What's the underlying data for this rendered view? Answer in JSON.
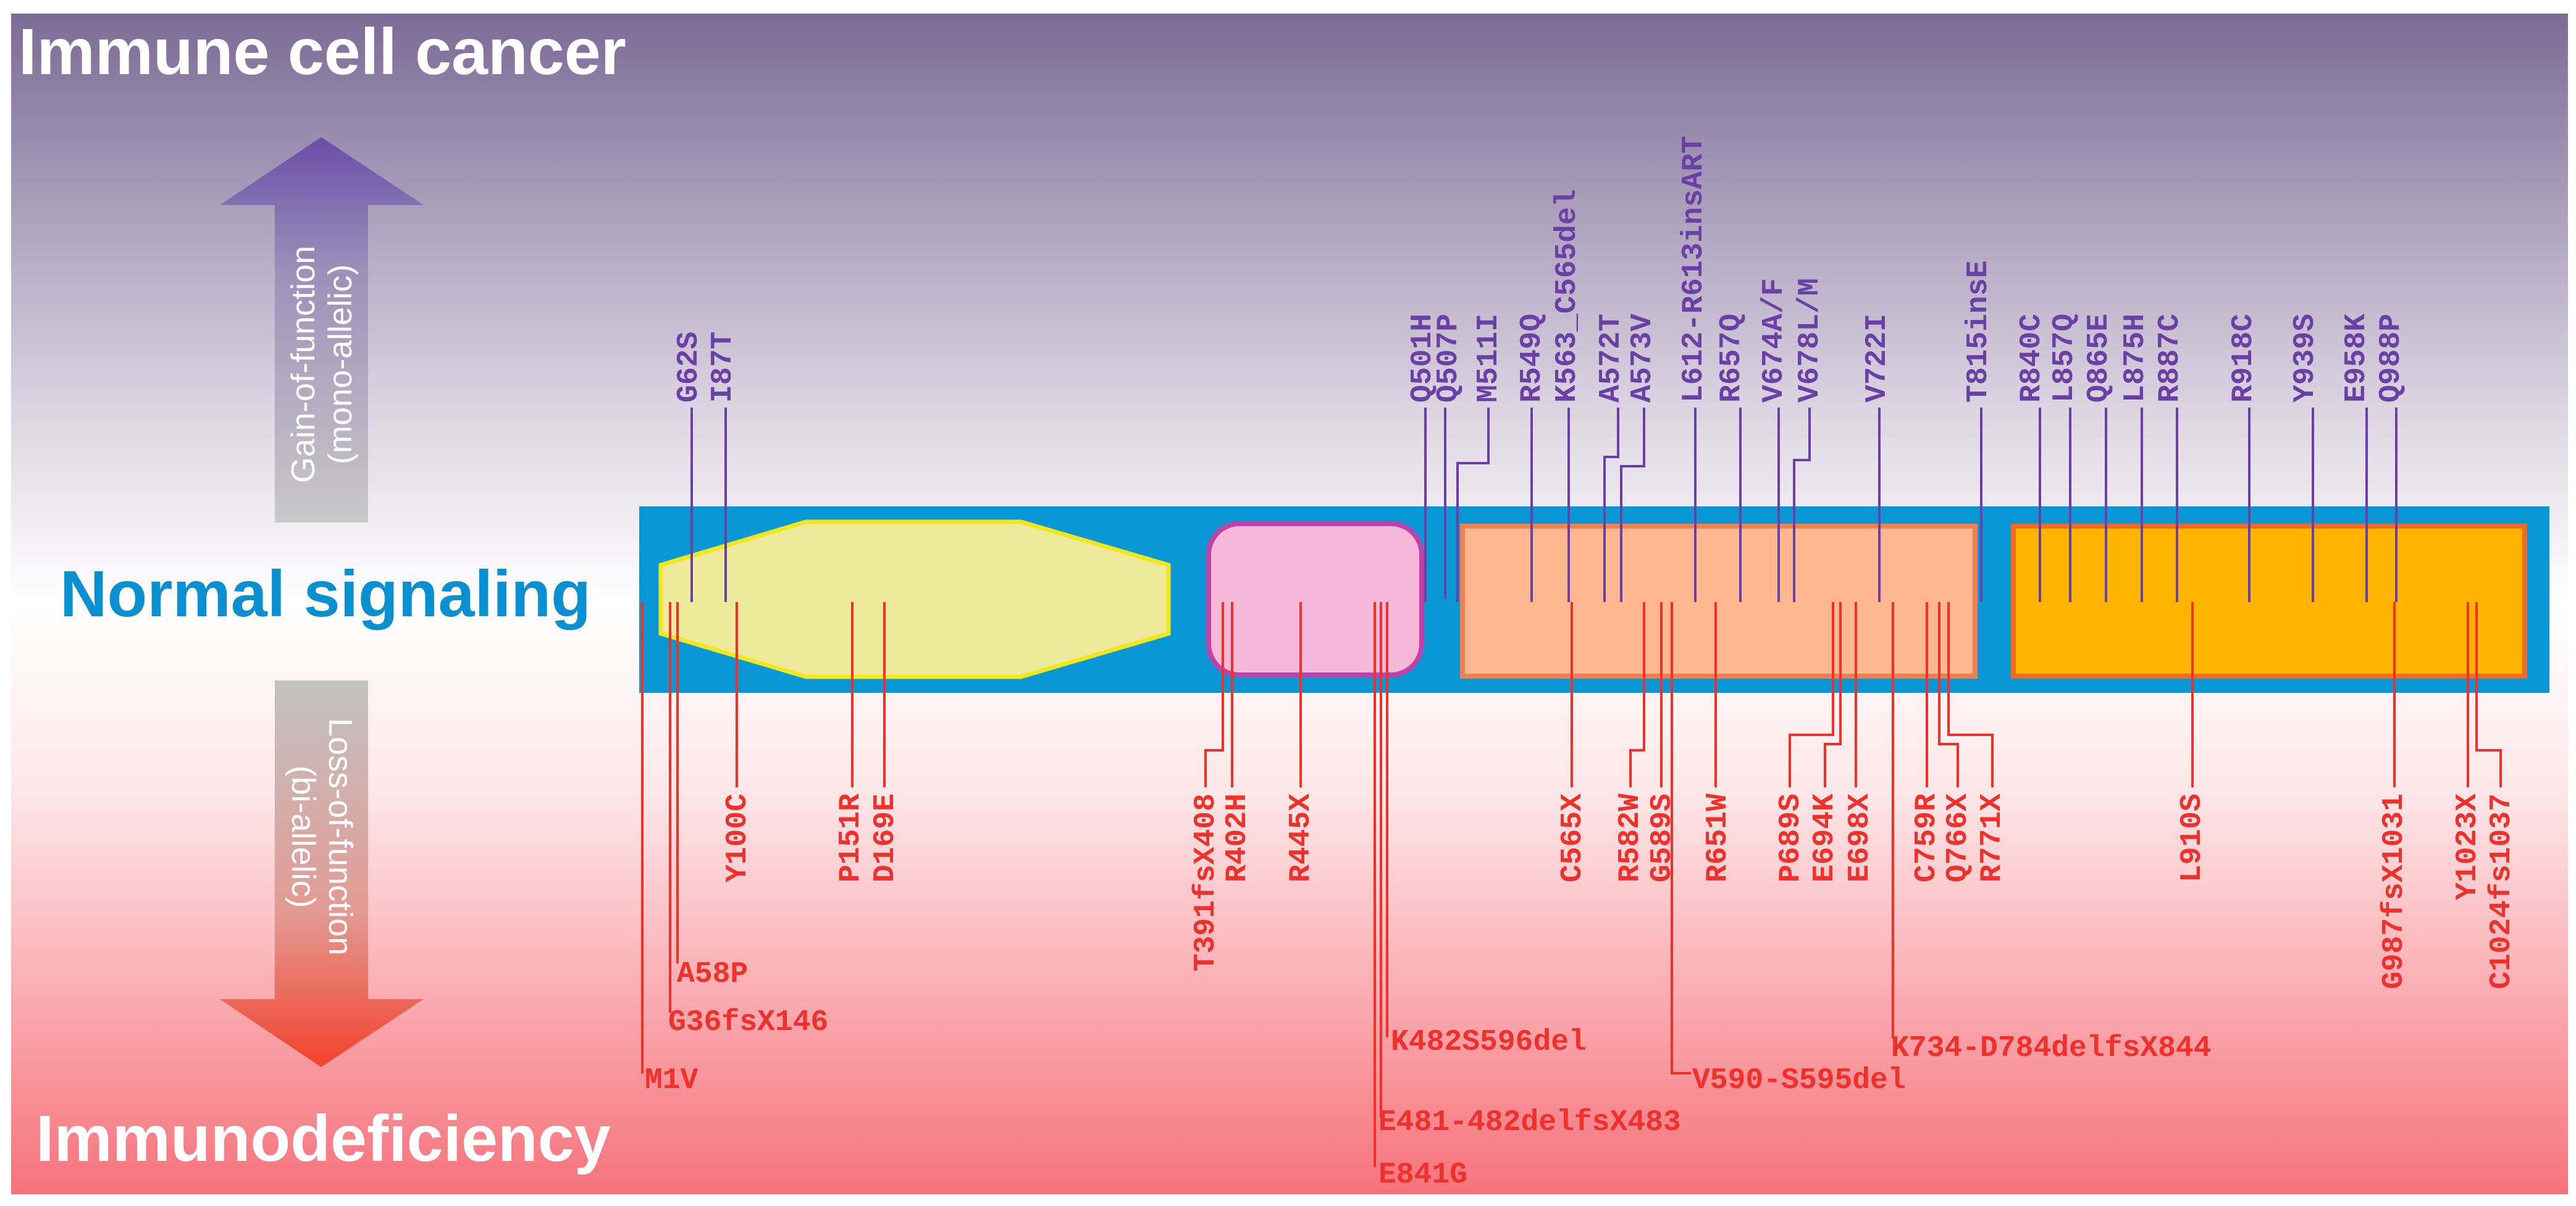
{
  "headings": {
    "top": "Immune cell cancer",
    "middle": "Normal signaling",
    "bottom": "Immunodeficiency"
  },
  "gain_arrow": {
    "line1": "Gain-of-function",
    "line2": "(mono-allelic)"
  },
  "loss_arrow": {
    "line1": "Loss-of-function",
    "line2": "(bi-allelic)"
  },
  "colors": {
    "gain": "#6a3fa6",
    "loss": "#f0302a",
    "bar": "#0a97d6",
    "domain1": "#eeea9c",
    "domain2": "#f5b8d8",
    "domain3": "#ffb790",
    "domain4": "#ffb400",
    "normal_text": "#0a8fd0"
  },
  "gain_mutations": [
    "G62S",
    "I87T",
    "Q501H",
    "Q507P",
    "M511I",
    "R549Q",
    "K563_C565del",
    "A572T",
    "A573V",
    "L612-R613insART",
    "R657Q",
    "V674A/F",
    "V678L/M",
    "V722I",
    "T815insE",
    "R840C",
    "L857Q",
    "Q865E",
    "L875H",
    "R887C",
    "R918C",
    "Y939S",
    "E958K",
    "Q988P"
  ],
  "loss_mutations_vertical": [
    "Y100C",
    "P151R",
    "D169E",
    "T391fsX408",
    "R402H",
    "R445X",
    "C565X",
    "R582W",
    "G589S",
    "R651W",
    "P689S",
    "E694K",
    "E698X",
    "C759R",
    "Q766X",
    "R771X",
    "L910S",
    "G987fsX1031",
    "Y1023X",
    "C1024fs1037"
  ],
  "loss_mutations_horizontal": [
    "A58P",
    "G36fsX146",
    "M1V",
    "K482S596del",
    "V590-S595del",
    "K734-D784delfsX844",
    "E481-482delfsX483",
    "E841G"
  ]
}
